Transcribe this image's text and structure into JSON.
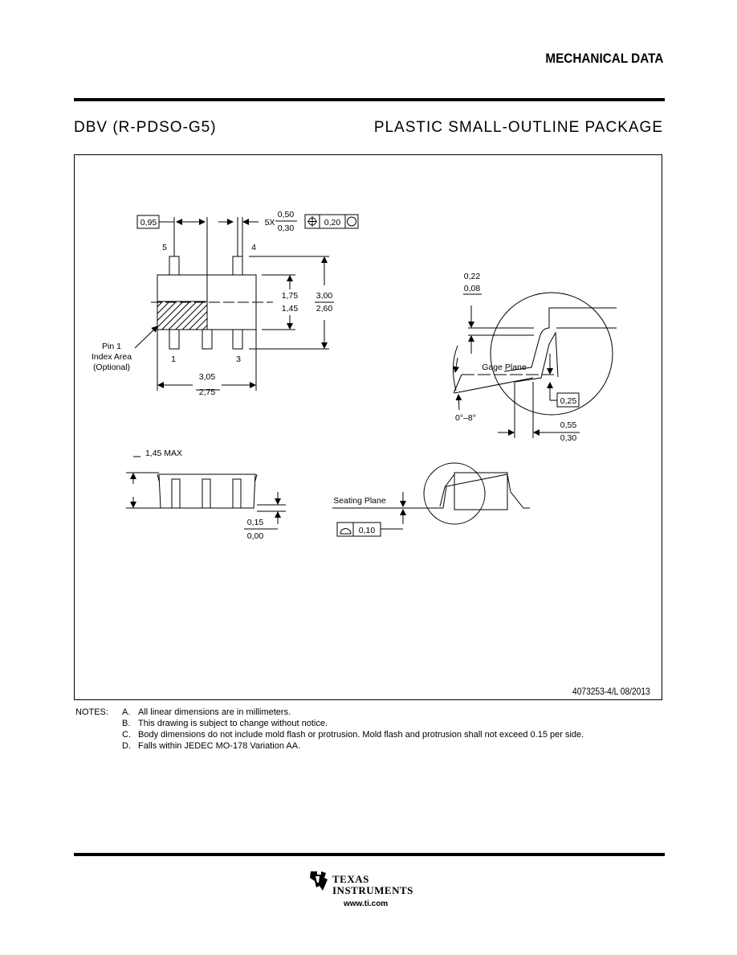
{
  "header": {
    "section": "MECHANICAL DATA"
  },
  "title": {
    "package_code": "DBV (R-PDSO-G5)",
    "package_desc": "PLASTIC SMALL-OUTLINE PACKAGE"
  },
  "top_view": {
    "pin_pitch": "0,95",
    "lead_width_prefix": "5X",
    "lead_width_max": "0,50",
    "lead_width_min": "0,30",
    "position_tolerance": "0,20",
    "pin5": "5",
    "pin4": "4",
    "pin1": "1",
    "pin3": "3",
    "body_width_max": "1,75",
    "body_width_min": "1,45",
    "overall_width_max": "3,00",
    "overall_width_min": "2,60",
    "body_length_max": "3,05",
    "body_length_min": "2,75",
    "pin1_note_1": "Pin 1",
    "pin1_note_2": "Index Area",
    "pin1_note_3": "(Optional)"
  },
  "lead_detail": {
    "thickness_max": "0,22",
    "thickness_min": "0,08",
    "gage_plane": "Gage Plane",
    "gage_height": "0,25",
    "angle": "0°–8°",
    "foot_max": "0,55",
    "foot_min": "0,30"
  },
  "side_view": {
    "height": "1,45 MAX",
    "standoff_max": "0,15",
    "standoff_min": "0,00",
    "seating_plane": "Seating Plane",
    "coplanarity": "0,10"
  },
  "drawing_number": "4073253-4/L 08/2013",
  "notes": {
    "label": "NOTES:",
    "items": [
      {
        "key": "A.",
        "text": "All linear dimensions are in millimeters."
      },
      {
        "key": "B.",
        "text": "This drawing is subject to change without notice."
      },
      {
        "key": "C.",
        "text": "Body dimensions do not include mold flash or protrusion. Mold flash and protrusion shall not exceed 0.15 per side."
      },
      {
        "key": "D.",
        "text": "Falls within JEDEC MO-178 Variation AA."
      }
    ]
  },
  "footer": {
    "brand_line1": "TEXAS",
    "brand_line2": "INSTRUMENTS",
    "website": "www.ti.com"
  }
}
